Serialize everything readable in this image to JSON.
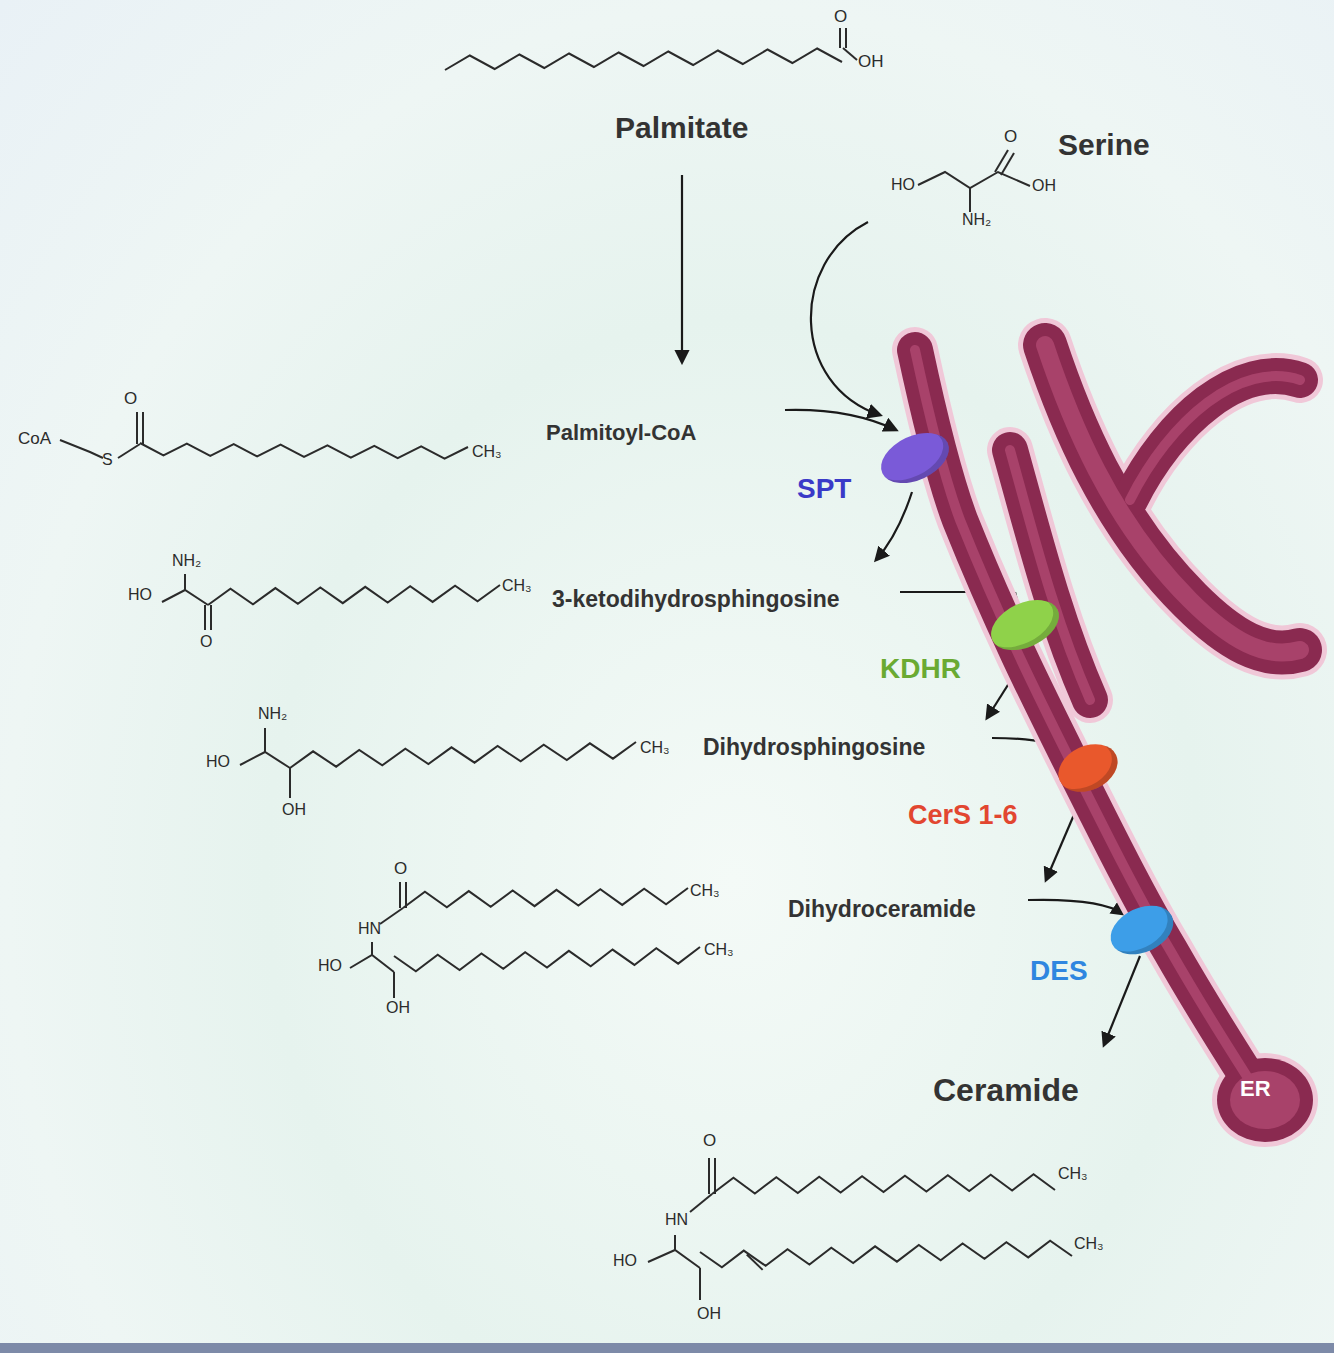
{
  "diagram": {
    "nodes": [
      {
        "text": [
          "ER"
        ]
      },
      {
        "text": [
          "SPT"
        ],
        "in": 0
      },
      {
        "text": [
          "KDHR"
        ],
        "in": 0
      },
      {
        "text": [
          "CerS 1-6"
        ],
        "in": 0
      },
      {
        "text": [
          "DES"
        ],
        "in": 0
      }
    ],
    "labels": [
      "O",
      "OH",
      "Palmitate",
      "O",
      "Serine",
      "HO",
      "OH",
      "NH₂",
      "O",
      "CoA",
      "S",
      "CH₃",
      "Palmitoyl-CoA",
      "NH₂",
      "HO",
      "CH₃",
      "3-ketodihydrosphingosine",
      "O",
      "NH₂",
      "HO",
      "CH₃",
      "Dihydrosphingosine",
      "OH",
      "O",
      "CH₃",
      "Dihydroceramide",
      "HN",
      "HO",
      "CH₃",
      "OH",
      "Ceramide",
      "O",
      "CH₃",
      "HN",
      "HO",
      "CH₃",
      "OH"
    ]
  }
}
